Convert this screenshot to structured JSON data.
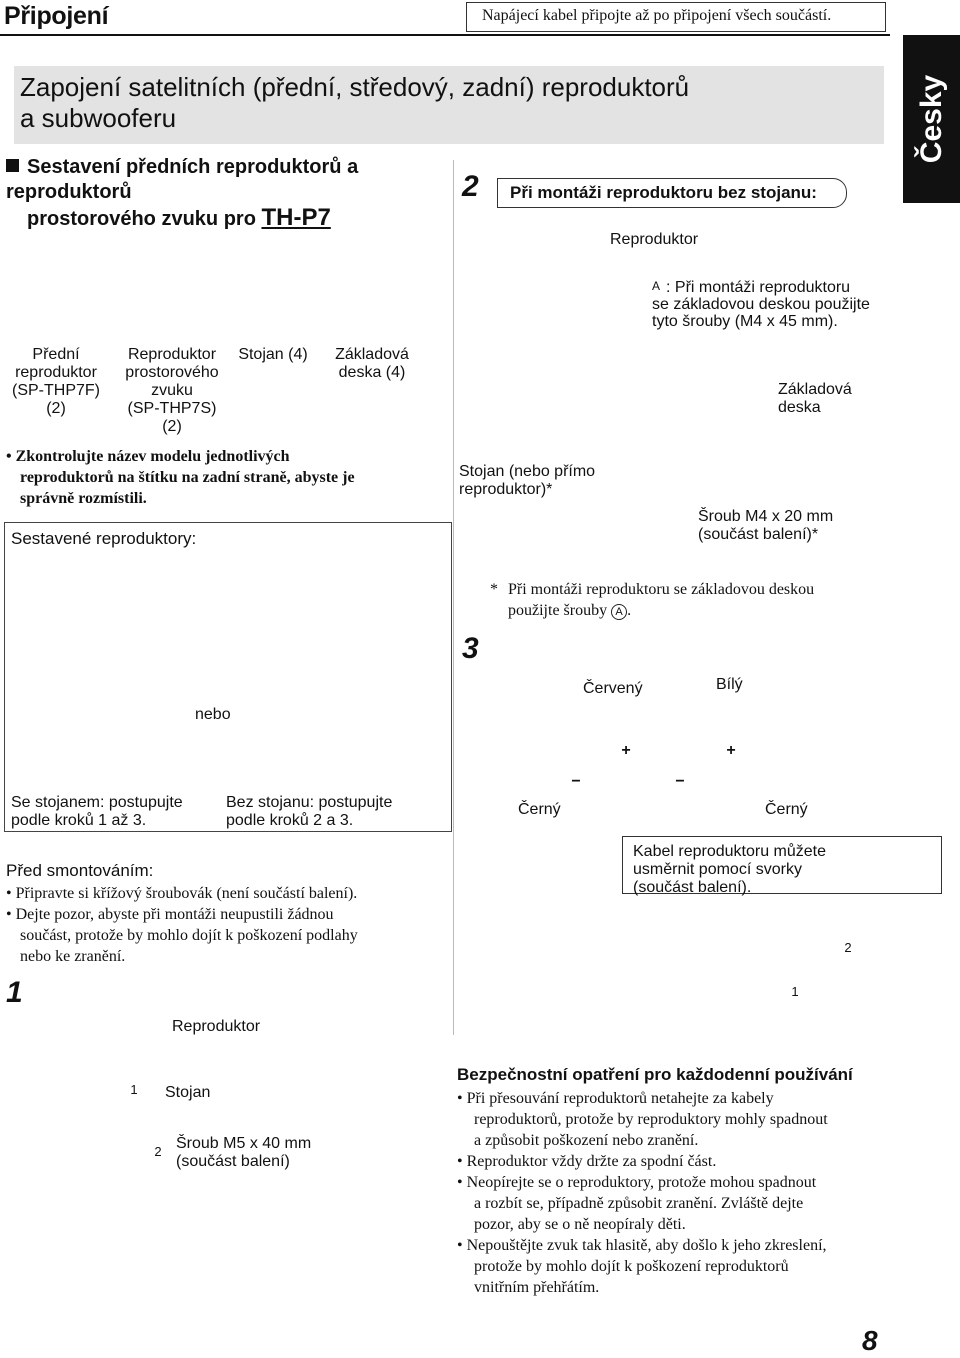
{
  "header": {
    "title": "Připojení",
    "note": "Napájecí kabel připojte až po připojení všech součástí.",
    "language_tab": "Česky"
  },
  "section": {
    "title_line1": "Zapojení satelitních (přední, středový, zadní) reproduktorů",
    "title_line2": "a subwooferu"
  },
  "subheading": {
    "line1": "Sestavení předních reproduktorů a reproduktorů",
    "line2_prefix": "prostorového zvuku pro ",
    "model": "TH-P7"
  },
  "parts": {
    "front_line1": "Přední",
    "front_line2": "reproduktor",
    "front_line3": "(SP-THP7F)",
    "front_line4": "(2)",
    "surround_line1": "Reproduktor",
    "surround_line2": "prostorového",
    "surround_line3": "zvuku",
    "surround_line4": "(SP-THP7S)",
    "surround_line5": "(2)",
    "stand": "Stojan (4)",
    "base_line1": "Základová",
    "base_line2": "deska (4)"
  },
  "check_note": {
    "line1": "Zkontrolujte název modelu jednotlivých",
    "line2": "reproduktorů na štítku na zadní straně, abyste je",
    "line3": "správně rozmístili."
  },
  "assembled": {
    "title": "Sestavené reproduktory:",
    "or": "nebo",
    "with_stand_line1": "Se stojanem: postupujte",
    "with_stand_line2": "podle kroků 1 až 3.",
    "without_stand_line1": "Bez stojanu: postupujte",
    "without_stand_line2": "podle kroků 2 a 3."
  },
  "before": {
    "title": "Před smontováním:",
    "bullet1": "Připravte si křížový šroubovák (není součástí balení).",
    "bullet2_line1": "Dejte pozor, abyste při montáži neupustili žádnou",
    "bullet2_line2": "součást, protože by mohlo dojít k poškození podlahy",
    "bullet2_line3": "nebo ke zranění."
  },
  "step1": {
    "number": "1",
    "speaker": "Reproduktor",
    "marker1": "1",
    "stand": "Stojan",
    "marker2": "2",
    "screw_line1": "Šroub M5 x 40 mm",
    "screw_line2": "(součást balení)"
  },
  "step2": {
    "number": "2",
    "title": "Při montáži reproduktoru bez stojanu:",
    "speaker": "Reproduktor",
    "marker_a": "A",
    "note_a_line1": ": Při montáži reproduktoru",
    "note_a_line2": "se základovou deskou použijte",
    "note_a_line3": "tyto šrouby (M4 x 45 mm).",
    "base_line1": "Základová",
    "base_line2": "deska",
    "stand_line1": "Stojan (nebo přímo",
    "stand_line2": "reproduktor)*",
    "screw_line1": "Šroub M4 x 20 mm",
    "screw_line2": "(součást balení)*",
    "asterisk": "*",
    "footnote_line1": "Při montáži reproduktoru se základovou deskou",
    "footnote_line2": "použijte šrouby",
    "footnote_marker": "A",
    "footnote_end": "."
  },
  "step3": {
    "number": "3",
    "red": "Červený",
    "white": "Bílý",
    "black1": "Černý",
    "black2": "Černý",
    "plus": "+",
    "minus": "−",
    "clamp_line1": "Kabel reproduktoru můžete",
    "clamp_line2": "usměrnit pomocí svorky",
    "clamp_line3": "(součást balení).",
    "marker1": "1",
    "marker2": "2"
  },
  "safety": {
    "title": "Bezpečnostní opatření pro každodenní používání",
    "b1_line1": "Při přesouvání reproduktorů netahejte za kabely",
    "b1_line2": "reproduktorů, protože by reproduktory mohly spadnout",
    "b1_line3": "a způsobit poškození nebo zranění.",
    "b2": "Reproduktor vždy držte za spodní část.",
    "b3_line1": "Neopírejte se o reproduktory, protože mohou spadnout",
    "b3_line2": "a rozbít se, případně způsobit zranění. Zvláště dejte",
    "b3_line3": "pozor, aby se o ně neopíraly děti.",
    "b4_line1": "Nepouštějte zvuk tak hlasitě, aby došlo k jeho zkreslení,",
    "b4_line2": "protože by mohlo dojít k poškození reproduktorů",
    "b4_line3": "vnitřním přehřátím."
  },
  "page_number": "8"
}
